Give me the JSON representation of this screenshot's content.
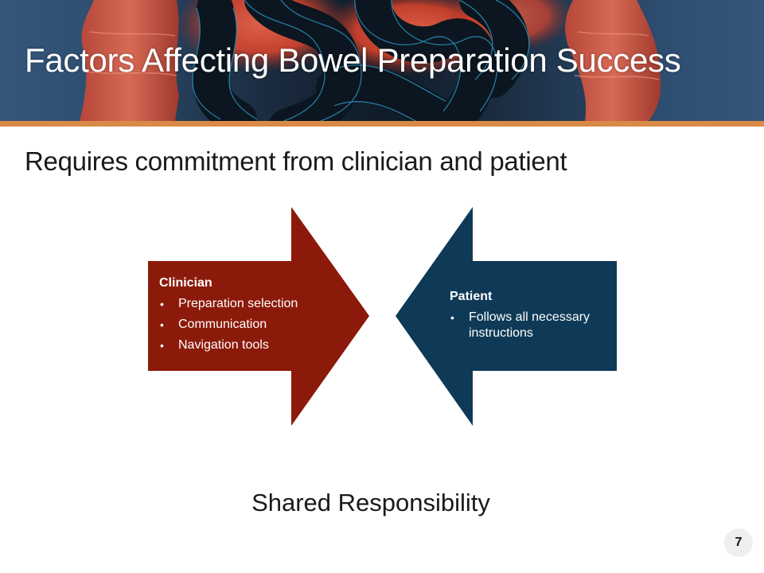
{
  "slide": {
    "title": "Factors Affecting Bowel Preparation Success",
    "subtitle": "Requires commitment from clinician and patient",
    "caption": "Shared Responsibility",
    "page_number": "7"
  },
  "banner": {
    "image": "colon-intestine-illustration",
    "accent_color": "#d98a46"
  },
  "diagram": {
    "clinician": {
      "heading": "Clinician",
      "color": "#8c1a0a",
      "direction": "right",
      "items": [
        "Preparation selection",
        "Communication",
        "Navigation tools"
      ]
    },
    "patient": {
      "heading": "Patient",
      "color": "#0e3a57",
      "direction": "left",
      "items": [
        "Follows all necessary instructions"
      ]
    },
    "bullet_glyph": "•"
  }
}
